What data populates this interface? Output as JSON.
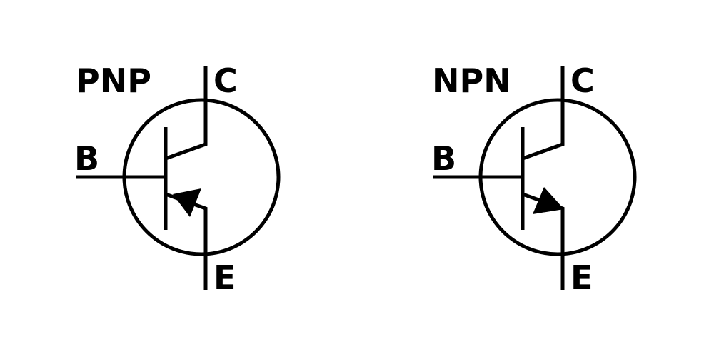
{
  "symbols": [
    {
      "type": "PNP",
      "type_label": "PNP",
      "base_label": "B",
      "collector_label": "C",
      "emitter_label": "E",
      "arrow_direction": "toward-base"
    },
    {
      "type": "NPN",
      "type_label": "NPN",
      "base_label": "B",
      "collector_label": "C",
      "emitter_label": "E",
      "arrow_direction": "away-from-base"
    }
  ],
  "colors": {
    "stroke": "#000000",
    "background": "#ffffff"
  }
}
